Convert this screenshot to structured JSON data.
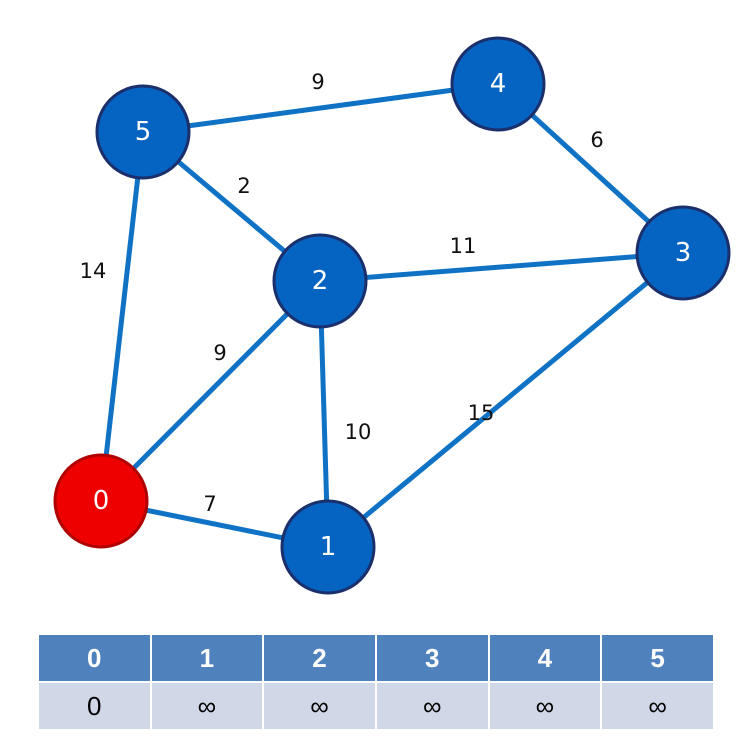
{
  "nodes": [
    {
      "id": "0",
      "label": "0",
      "color": "#ee0000",
      "start": true
    },
    {
      "id": "1",
      "label": "1",
      "color": "#0563c1"
    },
    {
      "id": "2",
      "label": "2",
      "color": "#0563c1"
    },
    {
      "id": "3",
      "label": "3",
      "color": "#0563c1"
    },
    {
      "id": "4",
      "label": "4",
      "color": "#0563c1"
    },
    {
      "id": "5",
      "label": "5",
      "color": "#0563c1"
    }
  ],
  "edges": [
    {
      "from": "5",
      "to": "4",
      "weight": "9"
    },
    {
      "from": "4",
      "to": "3",
      "weight": "6"
    },
    {
      "from": "5",
      "to": "2",
      "weight": "2"
    },
    {
      "from": "2",
      "to": "3",
      "weight": "11"
    },
    {
      "from": "5",
      "to": "0",
      "weight": "14"
    },
    {
      "from": "0",
      "to": "2",
      "weight": "9"
    },
    {
      "from": "2",
      "to": "1",
      "weight": "10"
    },
    {
      "from": "1",
      "to": "3",
      "weight": "15"
    },
    {
      "from": "0",
      "to": "1",
      "weight": "7"
    }
  ],
  "table": {
    "headers": [
      "0",
      "1",
      "2",
      "3",
      "4",
      "5"
    ],
    "distances": [
      "0",
      "∞",
      "∞",
      "∞",
      "∞",
      "∞"
    ]
  }
}
